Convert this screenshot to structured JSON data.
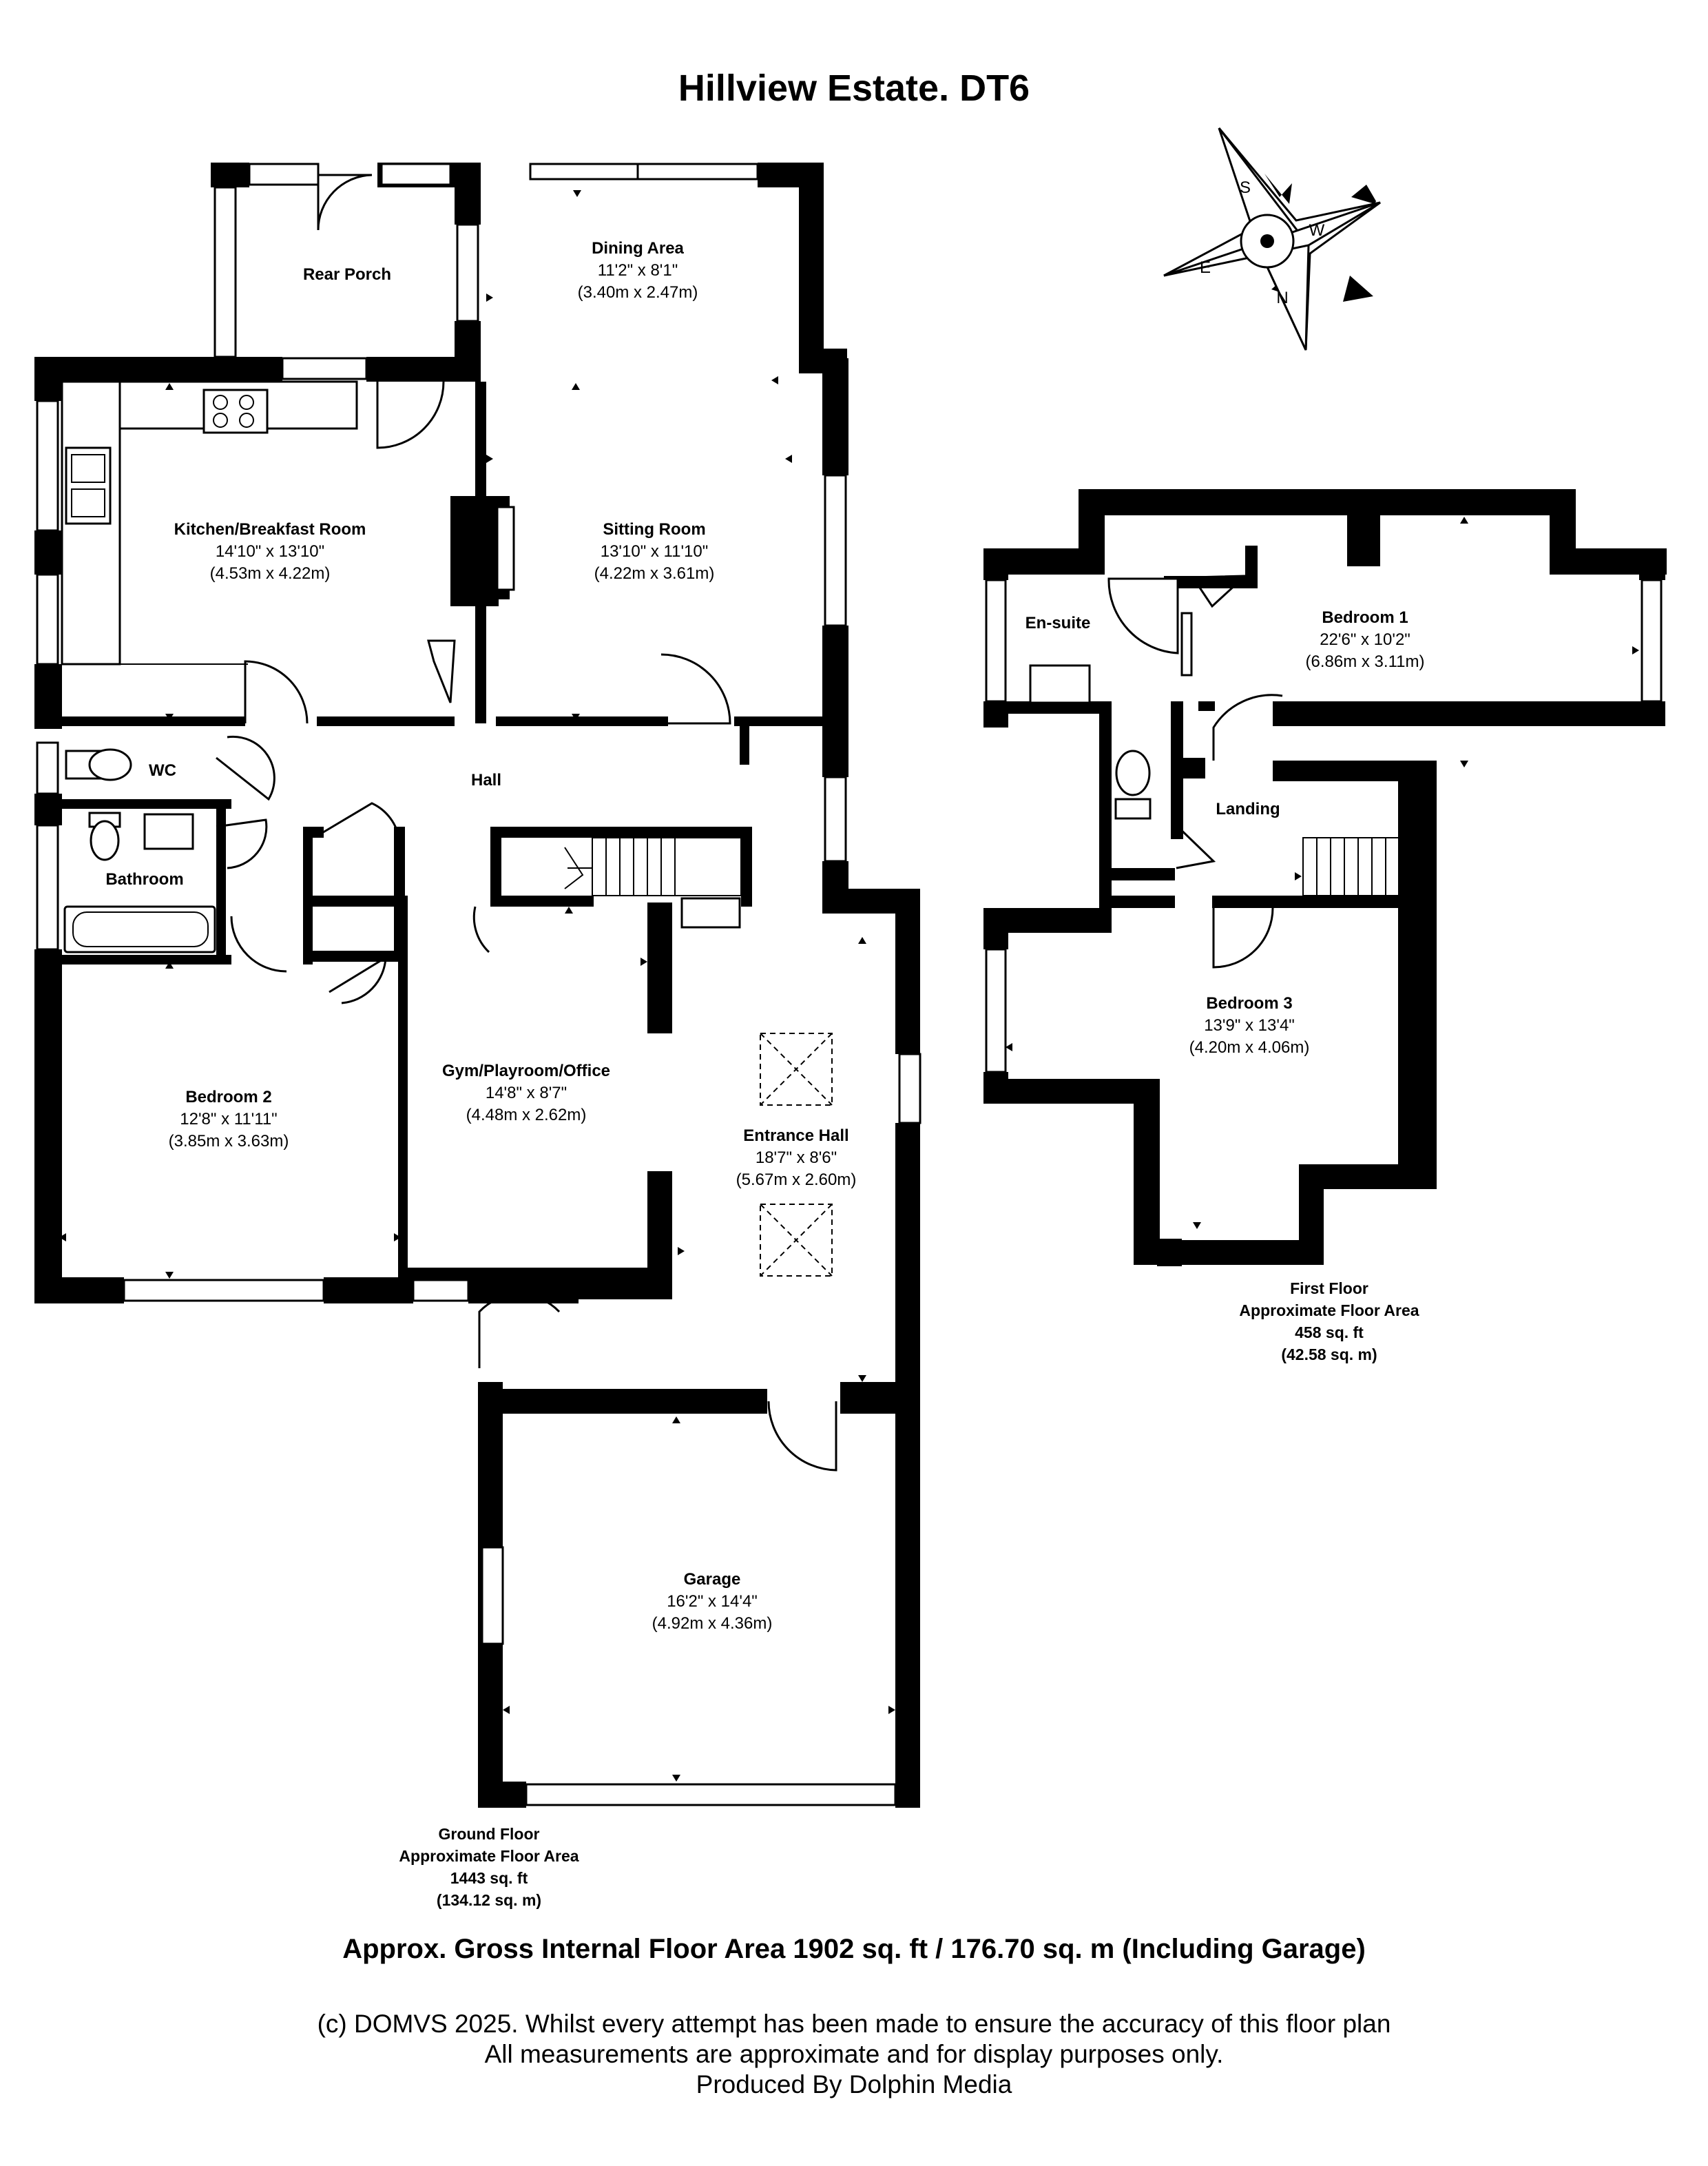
{
  "title": "Hillview Estate. DT6",
  "compass": {
    "icon": "compass-rose-icon",
    "labels": [
      "S",
      "W",
      "E",
      "N"
    ]
  },
  "ground_floor": {
    "rooms": {
      "rear_porch": {
        "name": "Rear Porch"
      },
      "dining": {
        "name": "Dining Area",
        "imperial": "11'2\" x 8'1\"",
        "metric": "(3.40m x 2.47m)"
      },
      "kitchen": {
        "name": "Kitchen/Breakfast Room",
        "imperial": "14'10\" x 13'10\"",
        "metric": "(4.53m x 4.22m)"
      },
      "sitting": {
        "name": "Sitting Room",
        "imperial": "13'10\" x 11'10\"",
        "metric": "(4.22m x 3.61m)"
      },
      "wc": {
        "name": "WC"
      },
      "hall": {
        "name": "Hall"
      },
      "bathroom": {
        "name": "Bathroom"
      },
      "bedroom2": {
        "name": "Bedroom 2",
        "imperial": "12'8\" x 11'11\"",
        "metric": "(3.85m x 3.63m)"
      },
      "gym": {
        "name": "Gym/Playroom/Office",
        "imperial": "14'8\" x 8'7\"",
        "metric": "(4.48m x 2.62m)"
      },
      "entrance": {
        "name": "Entrance Hall",
        "imperial": "18'7\" x 8'6\"",
        "metric": "(5.67m x 2.60m)"
      },
      "garage": {
        "name": "Garage",
        "imperial": "16'2\" x 14'4\"",
        "metric": "(4.92m x 4.36m)"
      }
    },
    "area": {
      "line1": "Ground Floor",
      "line2": "Approximate Floor Area",
      "line3": "1443 sq. ft",
      "line4": "(134.12 sq. m)"
    }
  },
  "first_floor": {
    "rooms": {
      "ensuite": {
        "name": "En-suite"
      },
      "bedroom1": {
        "name": "Bedroom 1",
        "imperial": "22'6\" x 10'2\"",
        "metric": "(6.86m x 3.11m)"
      },
      "landing": {
        "name": "Landing"
      },
      "bedroom3": {
        "name": "Bedroom 3",
        "imperial": "13'9\" x 13'4\"",
        "metric": "(4.20m x 4.06m)"
      }
    },
    "area": {
      "line1": "First Floor",
      "line2": "Approximate Floor Area",
      "line3": "458 sq. ft",
      "line4": "(42.58 sq. m)"
    }
  },
  "total": "Approx. Gross Internal Floor Area 1902 sq. ft / 176.70 sq. m (Including Garage)",
  "disclaimer": {
    "line1": "(c) DOMVS 2025. Whilst every attempt has been made to ensure the accuracy of this floor plan",
    "line2": "All measurements are approximate and for display purposes only.",
    "line3": "Produced By Dolphin Media"
  }
}
